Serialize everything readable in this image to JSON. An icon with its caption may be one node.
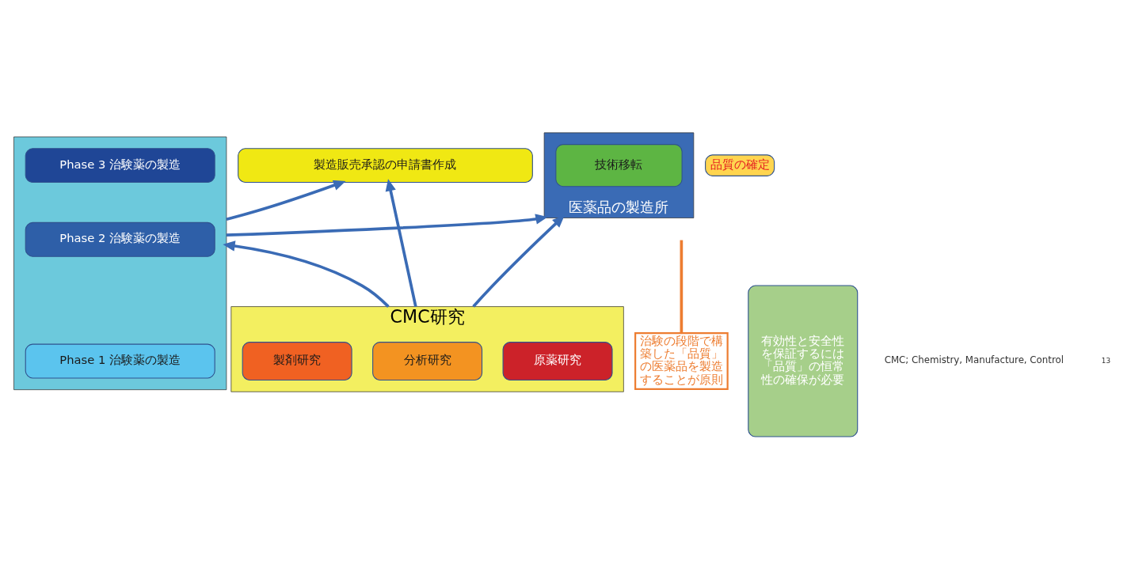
{
  "diagram": {
    "nodes": [
      {
        "text": [
          "医薬品の製造所"
        ]
      },
      {
        "text": [
          "技術移転"
        ],
        "in": 0
      },
      {
        "text": [
          "製造販売承認の申請書作成"
        ]
      },
      {
        "text": [
          "品質の確定"
        ]
      },
      {
        "text": [],
        "shape": "box"
      },
      {
        "text": [
          "Phase 3 治験薬の製造"
        ],
        "in": 4
      },
      {
        "text": [
          "Phase 2 治験薬の製造"
        ],
        "in": 4
      },
      {
        "text": [
          "Phase 1 治験薬の製造"
        ],
        "in": 4
      },
      {
        "text": [
          "CMC研究"
        ]
      },
      {
        "text": [
          "原薬研究"
        ],
        "in": 8
      },
      {
        "text": [
          "分析研究"
        ],
        "in": 8
      },
      {
        "text": [
          "製剤研究"
        ],
        "in": 8
      },
      {
        "text": [
          "治験の段階で構築した「品質」の医薬品を製造することが原則"
        ]
      },
      {
        "text": [
          "有効性と安全性を保証するには「品質」の恒常性の確保が必要"
        ]
      }
    ],
    "edges": [
      {
        "from": 8,
        "to": 4,
        "arrow": "to"
      },
      {
        "from": 4,
        "to": 2,
        "arrow": "to"
      },
      {
        "from": 4,
        "to": 0,
        "arrow": "to"
      },
      {
        "from": 8,
        "to": 0,
        "arrow": "to"
      },
      {
        "from": 8,
        "to": 2,
        "arrow": "to"
      },
      {
        "from": 12,
        "to": null,
        "arrow": "none",
        "color": "#ed7d31"
      }
    ],
    "labels": [
      "CMC; Chemistry, Manufacture, Control",
      "13"
    ]
  }
}
